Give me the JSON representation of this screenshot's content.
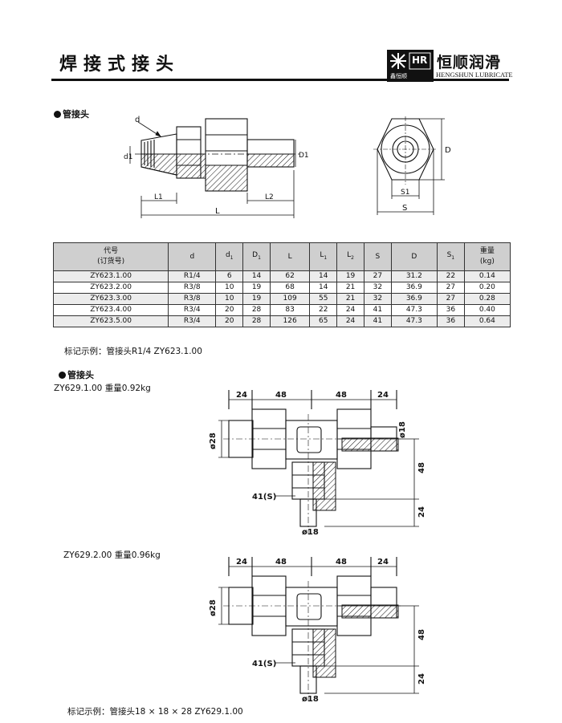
{
  "header": {
    "title": "焊接式接头",
    "logo_letters": "HR",
    "logo_sub": "鑫恒顺",
    "brand_cn": "恒顺润滑",
    "brand_en": "HENGSHUN LUBRICATE"
  },
  "section1": {
    "heading": "管接头",
    "drawing_labels": {
      "d": "d",
      "d1": "d1",
      "D1": "D1",
      "L1": "L1",
      "L2": "L2",
      "L": "L",
      "S1": "S1",
      "S": "S",
      "D": "D"
    },
    "table": {
      "headers": [
        {
          "main": "代号",
          "sub": "(订货号)"
        },
        {
          "main": "d",
          "sub": ""
        },
        {
          "main": "d",
          "sub": "1"
        },
        {
          "main": "D",
          "sub": "1"
        },
        {
          "main": "L",
          "sub": ""
        },
        {
          "main": "L",
          "sub": "1"
        },
        {
          "main": "L",
          "sub": "2"
        },
        {
          "main": "S",
          "sub": ""
        },
        {
          "main": "D",
          "sub": ""
        },
        {
          "main": "S",
          "sub": "1"
        },
        {
          "main": "重量",
          "sub": "(kg)"
        }
      ],
      "rows": [
        [
          "ZY623.1.00",
          "R1/4",
          "6",
          "14",
          "62",
          "14",
          "19",
          "27",
          "31.2",
          "22",
          "0.14"
        ],
        [
          "ZY623.2.00",
          "R3/8",
          "10",
          "19",
          "68",
          "14",
          "21",
          "32",
          "36.9",
          "27",
          "0.20"
        ],
        [
          "ZY623.3.00",
          "R3/8",
          "10",
          "19",
          "109",
          "55",
          "21",
          "32",
          "36.9",
          "27",
          "0.28"
        ],
        [
          "ZY623.4.00",
          "R3/4",
          "20",
          "28",
          "83",
          "22",
          "24",
          "41",
          "47.3",
          "36",
          "0.40"
        ],
        [
          "ZY623.5.00",
          "R3/4",
          "20",
          "28",
          "126",
          "65",
          "24",
          "41",
          "47.3",
          "36",
          "0.64"
        ]
      ]
    },
    "example": "标记示例：管接头R1/4   ZY623.1.00"
  },
  "section2": {
    "heading": "管接头",
    "model1": "ZY629.1.00   重量0.92kg",
    "model2": "ZY629.2.00   重量0.96kg",
    "dims": {
      "w24": "24",
      "w48": "48",
      "dia28": "ø28",
      "dia18": "ø18",
      "h48": "48",
      "h24": "24",
      "s41": "41(S)"
    },
    "example": "标记示例：管接头18 × 18 × 28   ZY629.1.00"
  }
}
